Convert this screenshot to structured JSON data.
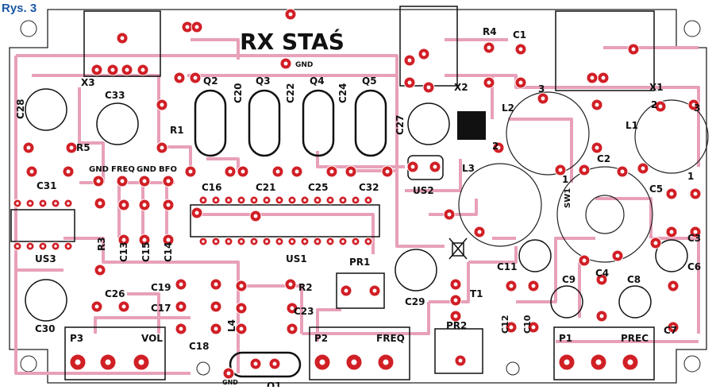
{
  "figure_label": "Rys. 3",
  "board_title": "RX STAŚ",
  "colors": {
    "board": "#ffffff",
    "trace": "#e8a0b8",
    "silk": "#111111",
    "pad": "#d11f26",
    "fig_label": "#1b57a6"
  },
  "components": {
    "X3": "X3",
    "X2": "X2",
    "X1": "X1",
    "R4": "R4",
    "C1": "C1",
    "C28": "C28",
    "C33": "C33",
    "R1": "R1",
    "R5": "R5",
    "Q2": "Q2",
    "Q3": "Q3",
    "Q4": "Q4",
    "Q5": "Q5",
    "C20": "C20",
    "C22": "C22",
    "C24": "C24",
    "C27": "C27",
    "L1": "L1",
    "L2": "L2",
    "L3": "L3",
    "C2": "C2",
    "C31": "C31",
    "C16": "C16",
    "C21": "C21",
    "C25": "C25",
    "C32": "C32",
    "US2": "US2",
    "US3": "US3",
    "US1": "US1",
    "SW1": "SW1",
    "C5": "C5",
    "C3": "C3",
    "C6": "C6",
    "R3": "R3",
    "C13": "C13",
    "C15": "C15",
    "C14": "C14",
    "PR1": "PR1",
    "PR2": "PR2",
    "T1": "T1",
    "C29": "C29",
    "C11": "C11",
    "C9": "C9",
    "C4": "C4",
    "C8": "C8",
    "C12": "C12",
    "C10": "C10",
    "C7": "C7",
    "C26": "C26",
    "C30": "C30",
    "C19": "C19",
    "C17": "C17",
    "C18": "C18",
    "R2": "R2",
    "C23": "C23",
    "L4": "L4",
    "Q1": "Q1"
  },
  "pins": {
    "gnd1": "GND",
    "freq": "FREQ",
    "gnd2": "GND",
    "bfo": "BFO",
    "gnd_top": "GND",
    "gnd_bottom": "GND"
  },
  "coil_pins": {
    "l2_3": "3",
    "l2_2": "2",
    "l1_2": "2",
    "l1_3": "3",
    "l3_1": "1",
    "l1_1": "1"
  },
  "connectors": {
    "P3": {
      "name": "P3",
      "label": "VOL"
    },
    "P2": {
      "name": "P2",
      "label": "FREQ"
    },
    "P1": {
      "name": "P1",
      "label": "PREC"
    }
  }
}
